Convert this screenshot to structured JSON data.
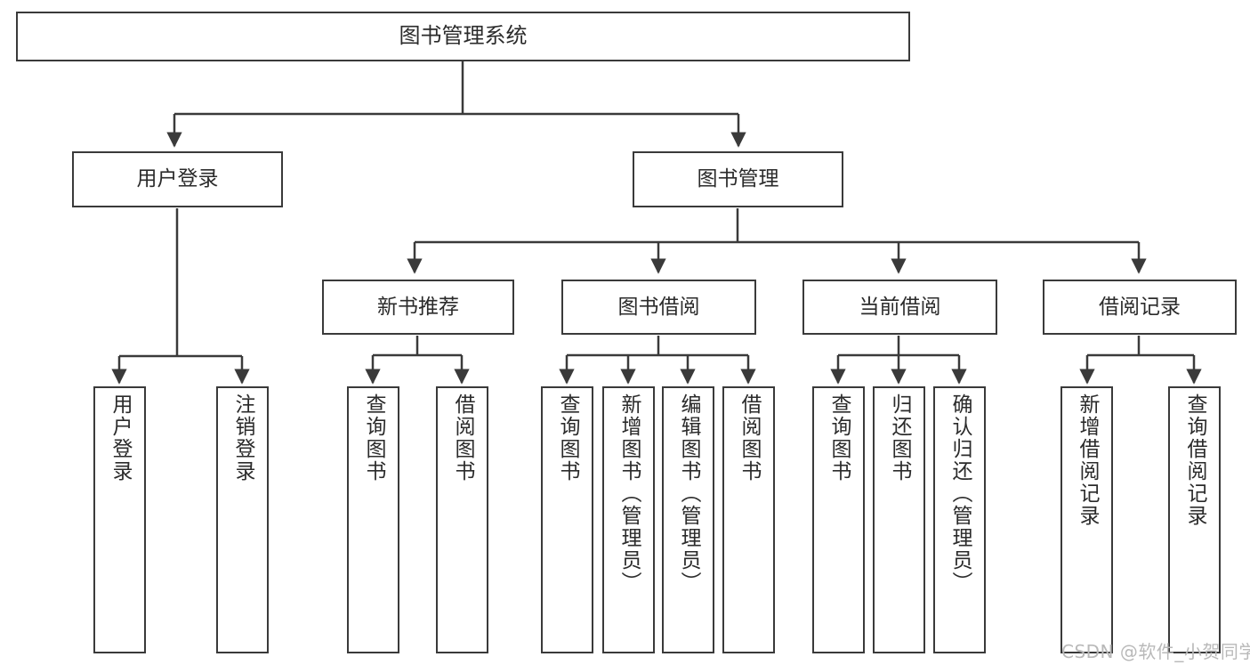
{
  "diagram": {
    "type": "tree",
    "title": "图书管理系统",
    "root": {
      "label": "图书管理系统"
    },
    "level2": [
      {
        "label": "用户登录"
      },
      {
        "label": "图书管理"
      }
    ],
    "level3": [
      {
        "label": "新书推荐"
      },
      {
        "label": "图书借阅"
      },
      {
        "label": "当前借阅"
      },
      {
        "label": "借阅记录"
      }
    ],
    "leaves": {
      "user_login": [
        {
          "label": "用户登录"
        },
        {
          "label": "注销登录"
        }
      ],
      "new_book_recommend": [
        {
          "label": "查询图书"
        },
        {
          "label": "借阅图书"
        }
      ],
      "book_borrow": [
        {
          "label": "查询图书"
        },
        {
          "label": "新增图书（管理员）"
        },
        {
          "label": "编辑图书（管理员）"
        },
        {
          "label": "借阅图书"
        }
      ],
      "current_borrow": [
        {
          "label": "查询图书"
        },
        {
          "label": "归还图书"
        },
        {
          "label": "确认归还（管理员）"
        }
      ],
      "borrow_record": [
        {
          "label": "新增借阅记录"
        },
        {
          "label": "查询借阅记录"
        }
      ]
    }
  },
  "watermark": {
    "text": "CSDN @软件_小贺同学"
  },
  "colors": {
    "border": "#3a3a3a",
    "background": "#ffffff",
    "text": "#2b2b2b",
    "watermark": "#b9b9b9"
  }
}
